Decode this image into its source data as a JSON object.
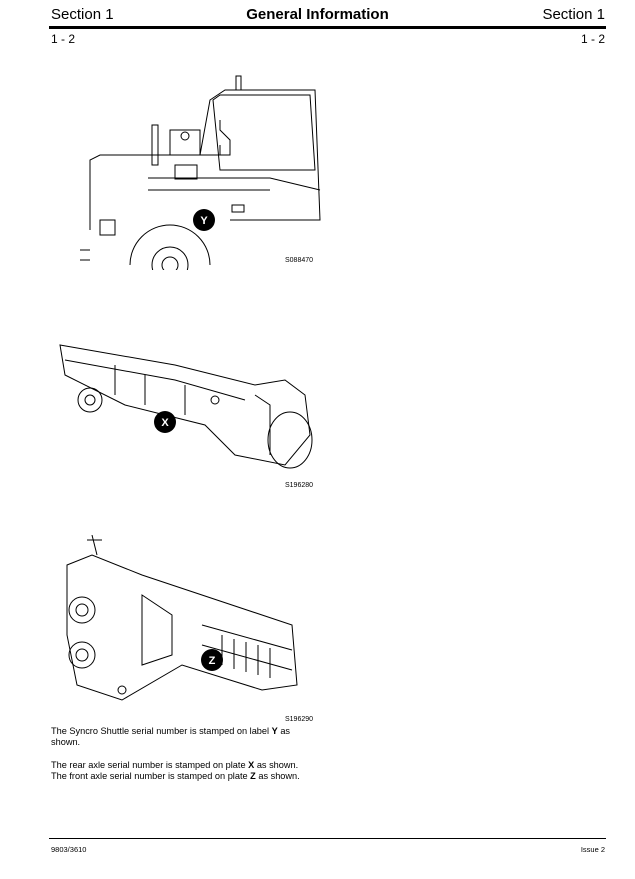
{
  "header": {
    "section_left": "Section 1",
    "title": "General Information",
    "section_right": "Section 1",
    "page_left": "1 - 2",
    "page_right": "1 - 2"
  },
  "figures": [
    {
      "caption": "S088470",
      "marker": "Y"
    },
    {
      "caption": "S196280",
      "marker": "X"
    },
    {
      "caption": "S196290",
      "marker": "Z"
    }
  ],
  "body": {
    "p1_a": "The Syncro Shuttle serial number is stamped on label ",
    "p1_b": "Y",
    "p1_c": " as shown.",
    "p2_a": "The rear axle serial number is stamped on plate ",
    "p2_b": "X",
    "p2_c": " as shown.",
    "p3_a": "The front axle serial number is stamped on plate ",
    "p3_b": "Z",
    "p3_c": " as shown."
  },
  "footer": {
    "left": "9803/3610",
    "right": "Issue 2"
  }
}
